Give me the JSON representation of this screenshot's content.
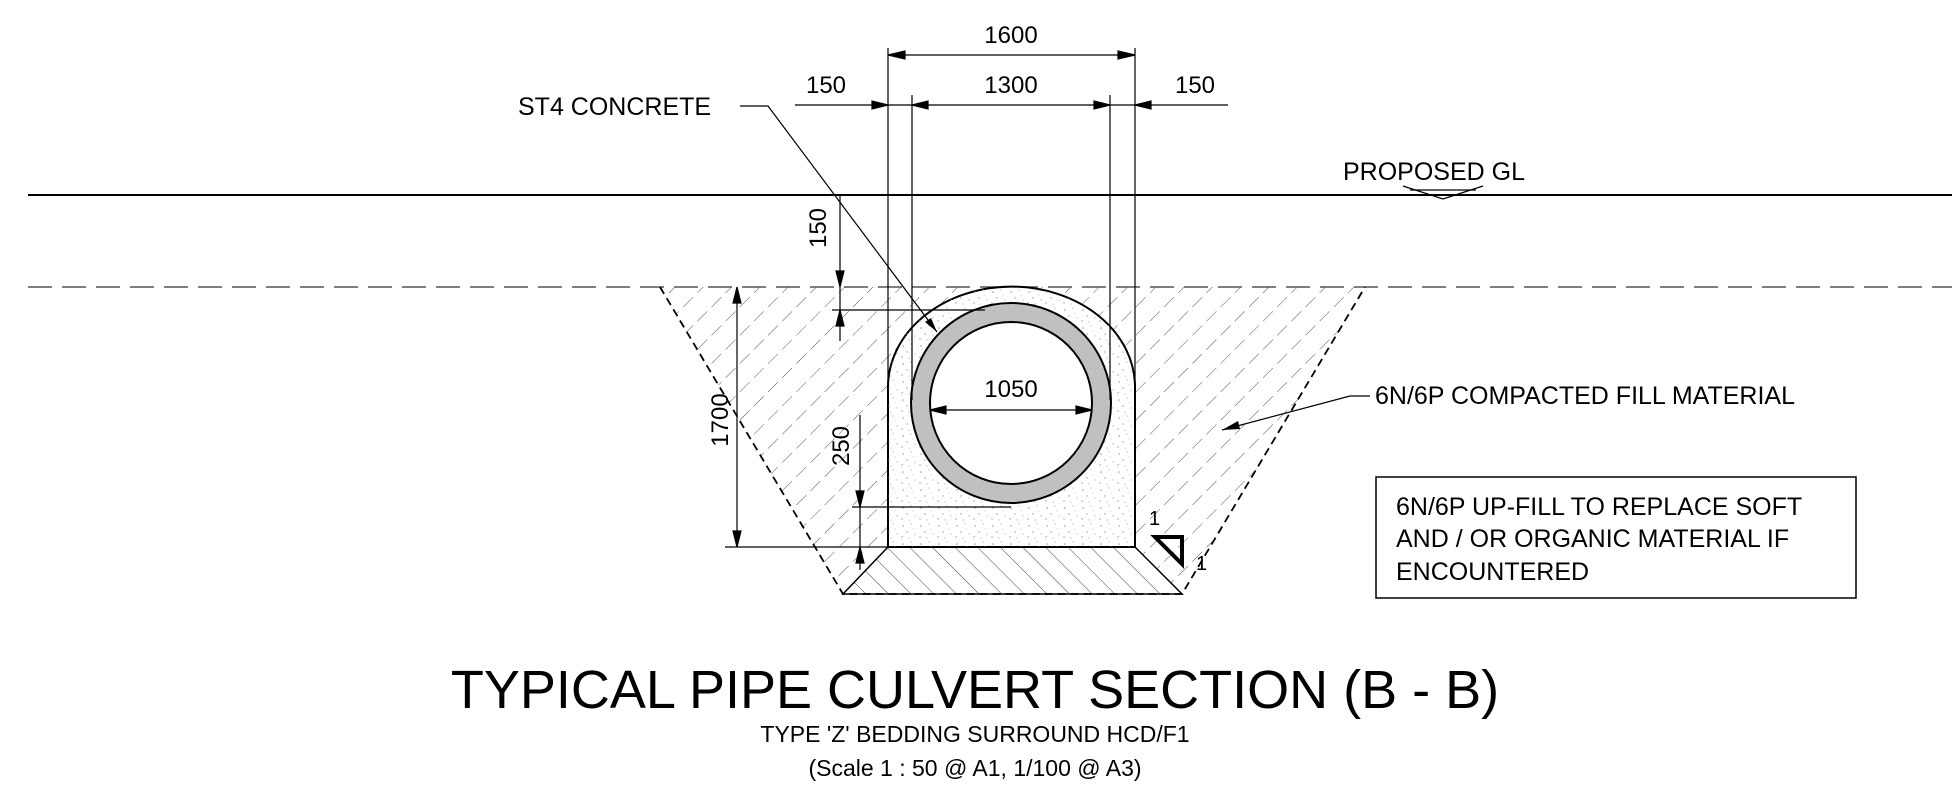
{
  "labels": {
    "concrete": "ST4 CONCRETE",
    "ground_level": "PROPOSED GL",
    "fill_material": "6N/6P COMPACTED FILL MATERIAL",
    "note_line1": "6N/6P UP-FILL TO REPLACE SOFT",
    "note_line2": "AND / OR ORGANIC MATERIAL IF",
    "note_line3": "ENCOUNTERED",
    "slope_rise": "1",
    "slope_run": "1"
  },
  "dimensions": {
    "overall_width": "1600",
    "left_side": "150",
    "inner_width": "1300",
    "right_side": "150",
    "top_cover": "150",
    "trench_depth": "1700",
    "pipe_diameter": "1050",
    "bedding_depth": "250"
  },
  "title": {
    "main": "TYPICAL PIPE CULVERT SECTION (B - B)",
    "sub": "TYPE 'Z' BEDDING SURROUND HCD/F1",
    "scale": "(Scale 1 : 50 @ A1, 1/100 @ A3)"
  }
}
